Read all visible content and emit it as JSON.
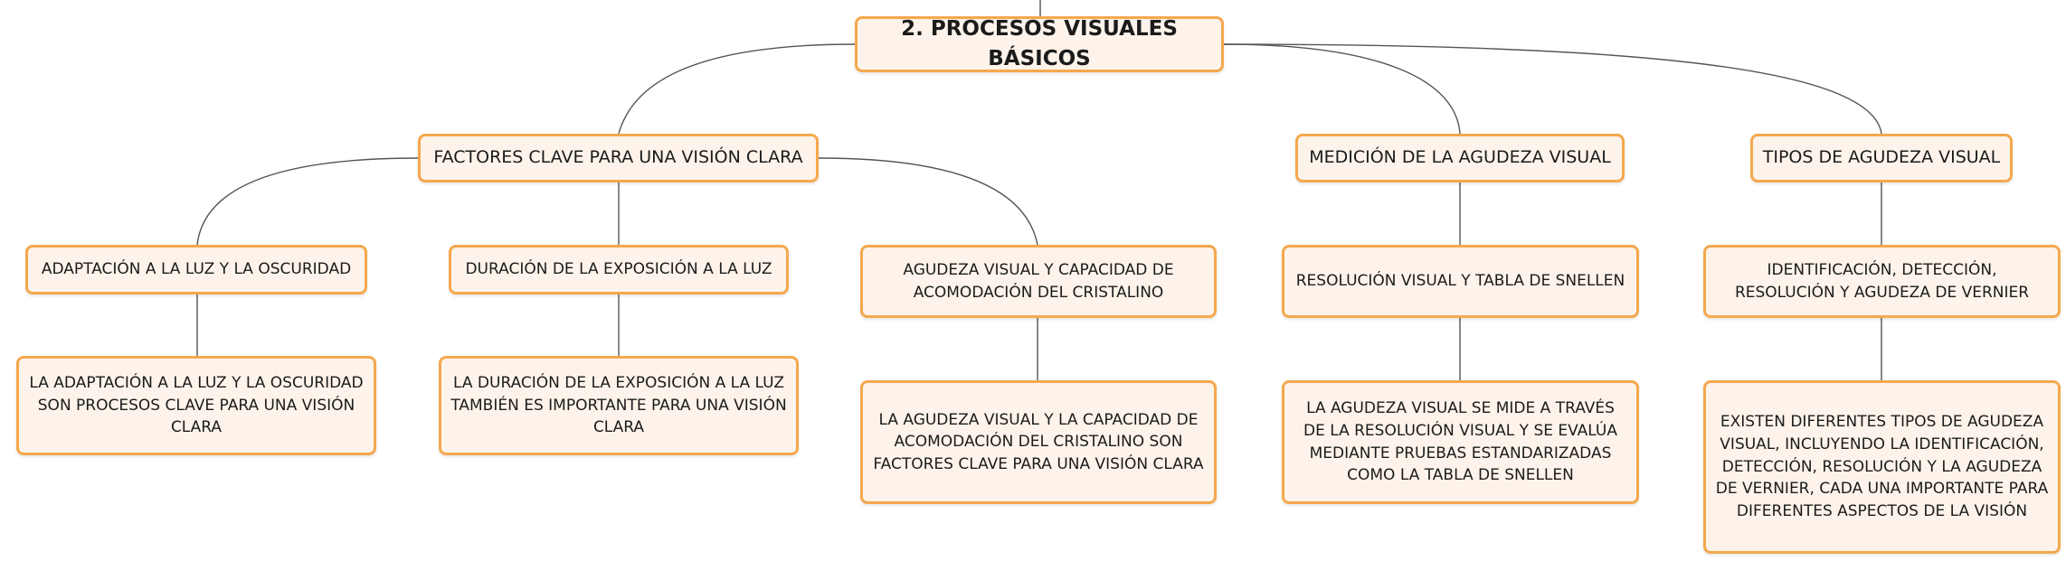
{
  "mindmap": {
    "root": {
      "label": "2. PROCESOS VISUALES BÁSICOS"
    },
    "branches": [
      {
        "label": "FACTORES CLAVE PARA UNA VISIÓN CLARA",
        "children": [
          {
            "label": "ADAPTACIÓN A LA LUZ Y LA OSCURIDAD",
            "detail": "LA ADAPTACIÓN A LA LUZ Y LA OSCURIDAD SON PROCESOS CLAVE PARA UNA VISIÓN CLARA"
          },
          {
            "label": "DURACIÓN DE LA EXPOSICIÓN A LA LUZ",
            "detail": "LA DURACIÓN DE LA EXPOSICIÓN A LA LUZ TAMBIÉN ES IMPORTANTE PARA UNA VISIÓN CLARA"
          },
          {
            "label": "AGUDEZA VISUAL Y CAPACIDAD DE ACOMODACIÓN DEL CRISTALINO",
            "detail": "LA AGUDEZA VISUAL Y LA CAPACIDAD DE ACOMODACIÓN DEL CRISTALINO SON FACTORES CLAVE PARA UNA VISIÓN CLARA"
          }
        ]
      },
      {
        "label": "MEDICIÓN DE LA AGUDEZA VISUAL",
        "children": [
          {
            "label": "RESOLUCIÓN VISUAL Y TABLA DE SNELLEN",
            "detail": "LA AGUDEZA VISUAL SE MIDE A TRAVÉS DE LA RESOLUCIÓN VISUAL Y SE EVALÚA MEDIANTE PRUEBAS ESTANDARIZADAS COMO LA TABLA DE SNELLEN"
          }
        ]
      },
      {
        "label": "TIPOS DE AGUDEZA VISUAL",
        "children": [
          {
            "label": "IDENTIFICACIÓN, DETECCIÓN, RESOLUCIÓN Y AGUDEZA DE VERNIER",
            "detail": "EXISTEN DIFERENTES TIPOS DE AGUDEZA VISUAL, INCLUYENDO LA IDENTIFICACIÓN, DETECCIÓN, RESOLUCIÓN Y LA AGUDEZA DE VERNIER, CADA UNA IMPORTANTE PARA DIFERENTES ASPECTOS DE LA VISIÓN"
          }
        ]
      }
    ]
  },
  "colors": {
    "node_border": "#f5a84e",
    "node_fill": "#fdf3ea",
    "connector": "#555555",
    "text": "#1b1b1b"
  }
}
